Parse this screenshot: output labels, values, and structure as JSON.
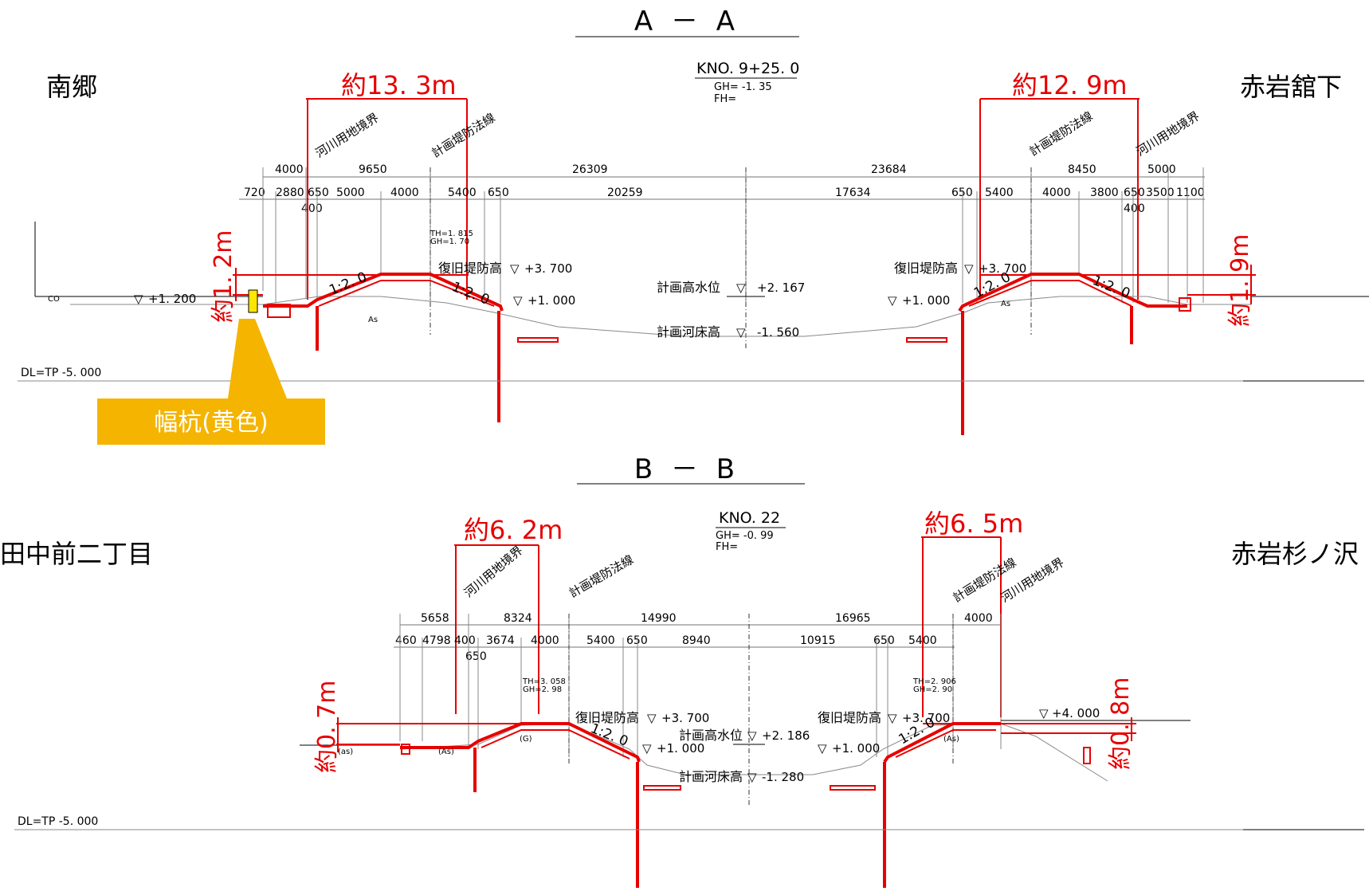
{
  "sections": [
    {
      "title": "A － A",
      "station": "KNO. 9+25. 0",
      "gh": "GH= -1. 35",
      "fh": "FH=",
      "left_place": "南郷",
      "right_place": "赤岩舘下",
      "left_width": "約13. 3m",
      "right_width": "約12. 9m",
      "left_height": "約1. 2m",
      "right_height": "約1. 9m",
      "left_boundary": "河川用地境界",
      "left_dike_line": "計画堤防法線",
      "right_dike_line": "計画堤防法線",
      "right_boundary": "河川用地境界",
      "dims_top": [
        "4000",
        "9650",
        "26309",
        "23684",
        "8450",
        "5000"
      ],
      "dims_mid": [
        "720",
        "2880",
        "650",
        "5000",
        "4000",
        "5400",
        "650",
        "20259",
        "17634",
        "650",
        "5400",
        "4000",
        "3800",
        "650",
        "3500",
        "1100"
      ],
      "dims_sub": [
        "400",
        "400"
      ],
      "th_gh": "TH=1. 815\nGH=1. 70",
      "levee_left": "復旧堤防高",
      "levee_left_val": "+3. 700",
      "levee_right": "復旧堤防高",
      "levee_right_val": "+3. 700",
      "hwl_label": "計画高水位",
      "hwl_val": "+2. 167",
      "bed_label": "計画河床高",
      "bed_val": "-1. 560",
      "elev_left_ground": "+1. 200",
      "elev_left_bank": "+1. 000",
      "elev_right_bank": "+1. 000",
      "slope": "1:2. 0",
      "datum": "DL=TP -5. 000",
      "co": "CO",
      "as": "As"
    },
    {
      "title": "B － B",
      "station": "KNO. 22",
      "gh": "GH= -0. 99",
      "fh": "FH=",
      "left_place": "田中前二丁目",
      "right_place": "赤岩杉ノ沢",
      "left_width": "約6. 2m",
      "right_width": "約6. 5m",
      "left_height": "約0. 7m",
      "right_height": "約0. 8m",
      "left_boundary": "河川用地境界",
      "left_dike_line": "計画堤防法線",
      "right_dike_line": "計画堤防法線",
      "right_boundary": "河川用地境界",
      "dims_top": [
        "5658",
        "8324",
        "14990",
        "16965",
        "4000"
      ],
      "dims_mid": [
        "460",
        "4798",
        "400",
        "3674",
        "4000",
        "5400",
        "650",
        "8940",
        "10915",
        "650",
        "5400"
      ],
      "dims_sub": [
        "650"
      ],
      "th_gh_left": "TH=3. 058\nGH=2. 98",
      "th_gh_right": "TH=2. 906\nGH=2. 90",
      "levee_left": "復旧堤防高",
      "levee_left_val": "+3. 700",
      "levee_right": "復旧堤防高",
      "levee_right_val": "+3. 700",
      "hwl_label": "計画高水位",
      "hwl_val": "+2. 186",
      "bed_label": "計画河床高",
      "bed_val": "-1. 280",
      "elev_left_bank": "+1. 000",
      "elev_right_bank": "+1. 000",
      "elev_right_ground": "+4. 000",
      "slope": "1:2. 0",
      "datum": "DL=TP -5. 000",
      "as": "(As)",
      "as_small": "(as)",
      "g": "(G)"
    }
  ],
  "callout": {
    "text": "幅杭(黄色)",
    "bg": "#f5b400",
    "marker": "#ffe600"
  },
  "colors": {
    "red": "#e60000",
    "line": "#000000"
  }
}
